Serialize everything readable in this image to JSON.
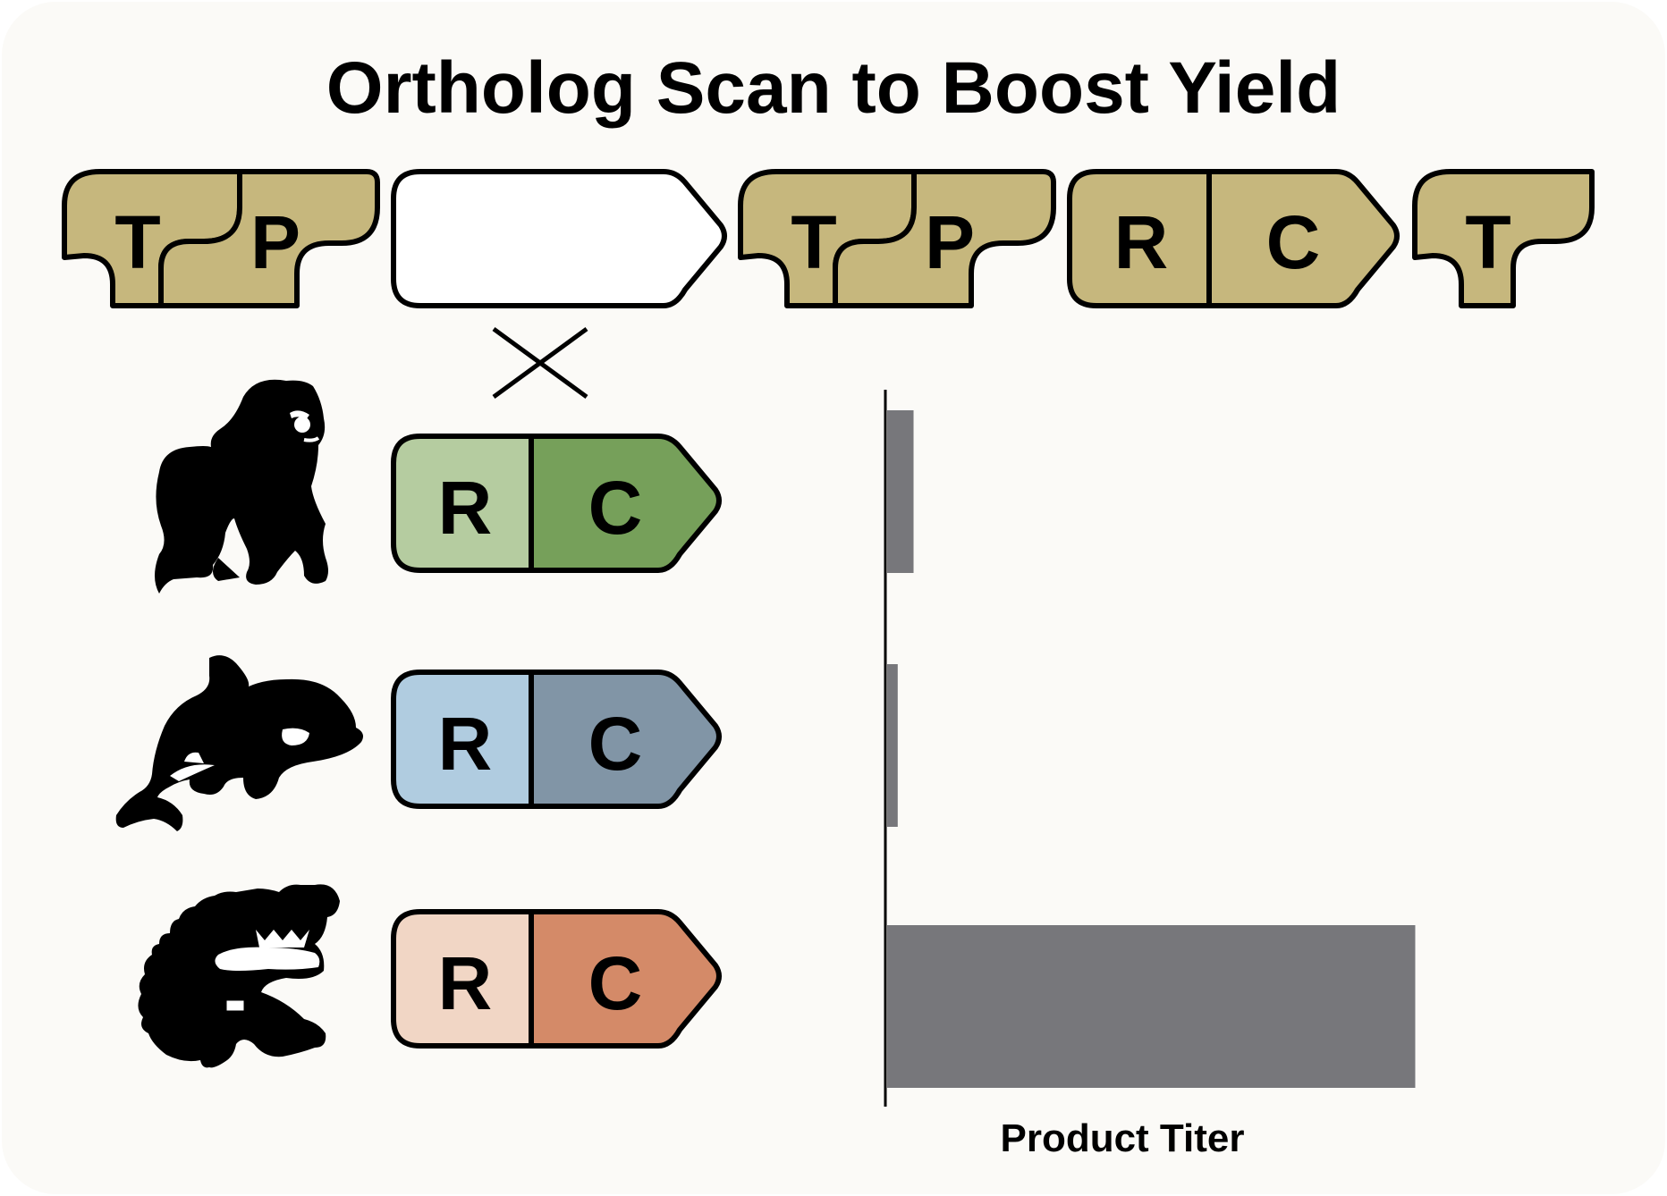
{
  "title": "Ortholog Scan to Boost Yield",
  "colors": {
    "background": "#fbfaf7",
    "tan_part": "#c6b77d",
    "outline": "#000000",
    "gorilla_r": "#b5cca0",
    "gorilla_c": "#76a05a",
    "orca_r": "#b0cce0",
    "orca_c": "#8195a6",
    "croc_r": "#f1d6c5",
    "croc_c": "#d48a68",
    "bar": "#77777b"
  },
  "construct": {
    "parts": [
      {
        "label_1": "T",
        "label_2": "P"
      },
      {
        "label_1": ""
      },
      {
        "label_1": "T",
        "label_2": "P"
      },
      {
        "label_1": "R",
        "label_2": "C"
      },
      {
        "label_1": "T"
      }
    ],
    "swap_symbol": "×"
  },
  "orthologs": [
    {
      "icon": "gorilla-icon",
      "r_label": "R",
      "c_label": "C"
    },
    {
      "icon": "orca-icon",
      "r_label": "R",
      "c_label": "C"
    },
    {
      "icon": "crocodile-icon",
      "r_label": "R",
      "c_label": "C"
    }
  ],
  "chart_data": {
    "type": "bar",
    "orientation": "horizontal",
    "categories": [
      "gorilla",
      "orca",
      "crocodile"
    ],
    "values": [
      5,
      2,
      100
    ],
    "xlabel": "Product Titer",
    "ylabel": "",
    "xlim": [
      0,
      105
    ]
  }
}
